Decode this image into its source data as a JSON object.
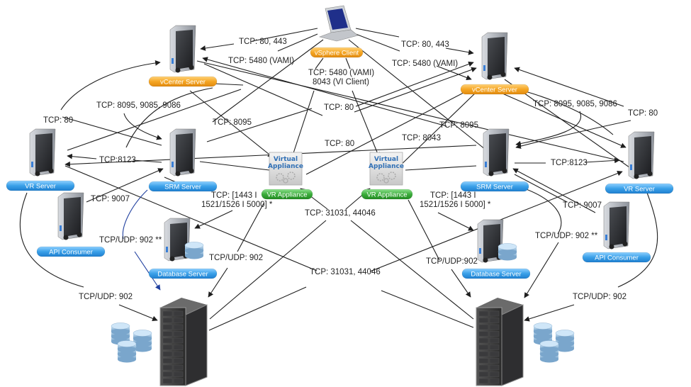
{
  "diagram": {
    "title": "vSphere Replication / SRM network ports",
    "nodes": {
      "vsphere_client": {
        "label": "vSphere Client",
        "kind": "laptop",
        "pill": "orange"
      },
      "vcenter_left": {
        "label": "vCenter Server",
        "kind": "tower",
        "pill": "orange"
      },
      "vcenter_right": {
        "label": "vCenter Server",
        "kind": "tower",
        "pill": "orange"
      },
      "vr_server_left": {
        "label": "VR Server",
        "kind": "tower",
        "pill": "blue"
      },
      "srm_server_left": {
        "label": "SRM Server",
        "kind": "tower",
        "pill": "blue"
      },
      "api_consumer_left": {
        "label": "API Consumer",
        "kind": "tower",
        "pill": "blue"
      },
      "database_left": {
        "label": "Database Server",
        "kind": "tower-db",
        "pill": "blue"
      },
      "vr_appliance_left": {
        "label": "VR Appliance",
        "kind": "appliance",
        "pill": "green",
        "box_text": [
          "Virtual",
          "Appliance"
        ]
      },
      "vr_appliance_right": {
        "label": "VR Appliance",
        "kind": "appliance",
        "pill": "green",
        "box_text": [
          "Virtual",
          "Appliance"
        ]
      },
      "srm_server_right": {
        "label": "SRM Server",
        "kind": "tower",
        "pill": "blue"
      },
      "vr_server_right": {
        "label": "VR Server",
        "kind": "tower",
        "pill": "blue"
      },
      "api_consumer_right": {
        "label": "API Consumer",
        "kind": "tower",
        "pill": "blue"
      },
      "database_right": {
        "label": "Database Server",
        "kind": "tower-db",
        "pill": "blue"
      },
      "esx_rack_left": {
        "label": "",
        "kind": "rack-storage"
      },
      "esx_rack_right": {
        "label": "",
        "kind": "rack-storage"
      }
    },
    "edge_labels": {
      "client_vc_left_80_443": "TCP: 80, 443",
      "client_vc_left_5480": "TCP: 5480 (VAMI)",
      "client_vc_right_80_443": "TCP: 80, 443",
      "client_vc_right_5480": "TCP: 5480 (VAMI)",
      "client_va_5480_line1": "TCP: 5480 (VAMI)",
      "client_va_5480_line2": "8043 (VI Client)",
      "srm_vc_left": "TCP: 8095, 9085, 9086",
      "srm_vc_right": "TCP: 8095, 9085, 9086",
      "vr_left_80": "TCP: 80",
      "vr_right_80": "TCP: 80",
      "va_left_8095": "TCP: 8095",
      "va_right_8095": "TCP: 8095",
      "center_80_top": "TCP: 80",
      "center_80_mid": "TCP: 80",
      "va_right_8043": "TCP: 8043",
      "srm_vr_left_8123": "TCP:8123",
      "srm_vr_right_8123": "TCP:8123",
      "api_left_9007": "TCP: 9007",
      "api_right_9007": "TCP: 9007",
      "srm_db_left_line1": "TCP: [1443 I",
      "srm_db_left_line2": "1521/1526 I 5000] *",
      "srm_db_right_line1": "TCP: [1443 I",
      "srm_db_right_line2": "1521/1526 I 5000] *",
      "va_31031_top": "TCP: 31031, 44046",
      "va_31031_bottom": "TCP: 31031, 44046",
      "srm_esx_left_902": "TCP/UDP: 902 **",
      "srm_esx_right_902": "TCP/UDP: 902 **",
      "va_esx_left_902": "TCP/UDP: 902",
      "va_esx_right_902": "TCP/UDP:902",
      "vr_esx_left_902": "TCP/UDP: 902",
      "vr_esx_right_902": "TCP/UDP: 902"
    },
    "colors": {
      "pill_orange": "#f5a623",
      "pill_blue": "#3aa0e8",
      "pill_green": "#3cae3c",
      "line": "#1e1e1e",
      "line_blue": "#1f3f9f",
      "va_text": "#2f6fb5"
    }
  }
}
